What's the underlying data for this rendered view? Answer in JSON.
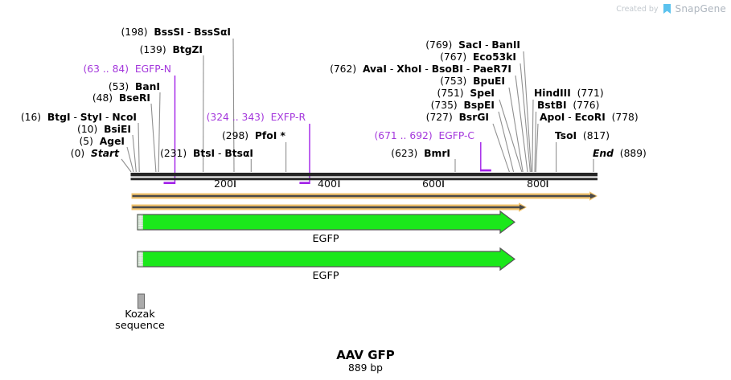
{
  "watermark": {
    "created_by": "Created by",
    "brand": "SnapGene"
  },
  "map": {
    "title": "AAV GFP",
    "length": "889 bp",
    "ruler_labels": [
      "200",
      "400",
      "600",
      "800"
    ],
    "feature_labels": {
      "egfp_1": "EGFP",
      "egfp_2": "EGFP",
      "kozak": "Kozak sequence"
    },
    "labels": [
      {
        "id": "bsssi",
        "parts": [
          {
            "t": "(198)  "
          },
          {
            "t": "BssSI",
            "b": true
          },
          {
            "t": " - "
          },
          {
            "t": "BssSαI",
            "b": true
          }
        ]
      },
      {
        "id": "btgzi",
        "parts": [
          {
            "t": "(139)  "
          },
          {
            "t": "BtgZI",
            "b": true
          }
        ]
      },
      {
        "id": "egfp-n",
        "parts": [
          {
            "t": "(63 .. 84)  EGFP-N"
          }
        ]
      },
      {
        "id": "bani",
        "parts": [
          {
            "t": "(53)  "
          },
          {
            "t": "BanI",
            "b": true
          }
        ]
      },
      {
        "id": "bseri",
        "parts": [
          {
            "t": "(48)  "
          },
          {
            "t": "BseRI",
            "b": true
          }
        ]
      },
      {
        "id": "btgi",
        "parts": [
          {
            "t": "(16)  "
          },
          {
            "t": "BtgI",
            "b": true
          },
          {
            "t": " - "
          },
          {
            "t": "StyI",
            "b": true
          },
          {
            "t": " - "
          },
          {
            "t": "NcoI",
            "b": true
          }
        ]
      },
      {
        "id": "bsiei",
        "parts": [
          {
            "t": "(10)  "
          },
          {
            "t": "BsiEI",
            "b": true
          }
        ]
      },
      {
        "id": "agei",
        "parts": [
          {
            "t": "(5)  "
          },
          {
            "t": "AgeI",
            "b": true
          }
        ]
      },
      {
        "id": "start",
        "parts": [
          {
            "t": "(0)  "
          },
          {
            "t": "Start",
            "b": true,
            "i": true
          }
        ]
      },
      {
        "id": "btsi",
        "parts": [
          {
            "t": "(231)  "
          },
          {
            "t": "BtsI",
            "b": true
          },
          {
            "t": " - "
          },
          {
            "t": "BtsαI",
            "b": true
          }
        ]
      },
      {
        "id": "pfoi",
        "parts": [
          {
            "t": "(298)  "
          },
          {
            "t": "PfoI *",
            "b": true
          }
        ]
      },
      {
        "id": "exfp-r",
        "parts": [
          {
            "t": "(324 .. 343)  EXFP-R"
          }
        ]
      },
      {
        "id": "bmri",
        "parts": [
          {
            "t": "(623)  "
          },
          {
            "t": "BmrI",
            "b": true
          }
        ]
      },
      {
        "id": "egfp-c",
        "parts": [
          {
            "t": "(671 .. 692)  EGFP-C"
          }
        ]
      },
      {
        "id": "bsrgi",
        "parts": [
          {
            "t": "(727)  "
          },
          {
            "t": "BsrGI",
            "b": true
          }
        ]
      },
      {
        "id": "bspei",
        "parts": [
          {
            "t": "(735)  "
          },
          {
            "t": "BspEI",
            "b": true
          }
        ]
      },
      {
        "id": "spei",
        "parts": [
          {
            "t": "(751)  "
          },
          {
            "t": "SpeI",
            "b": true
          }
        ]
      },
      {
        "id": "bpuei",
        "parts": [
          {
            "t": "(753)  "
          },
          {
            "t": "BpuEI",
            "b": true
          }
        ]
      },
      {
        "id": "avai",
        "parts": [
          {
            "t": "(762)  "
          },
          {
            "t": "AvaI",
            "b": true
          },
          {
            "t": " - "
          },
          {
            "t": "XhoI",
            "b": true
          },
          {
            "t": " - "
          },
          {
            "t": "BsoBI",
            "b": true
          },
          {
            "t": " - "
          },
          {
            "t": "PaeR7I",
            "b": true
          }
        ]
      },
      {
        "id": "eco53ki",
        "parts": [
          {
            "t": "(767)  "
          },
          {
            "t": "Eco53kI",
            "b": true
          }
        ]
      },
      {
        "id": "saci",
        "parts": [
          {
            "t": "(769)  "
          },
          {
            "t": "SacI",
            "b": true
          },
          {
            "t": " - "
          },
          {
            "t": "BanII",
            "b": true
          }
        ]
      },
      {
        "id": "hindiii",
        "parts": [
          {
            "t": "HindIII",
            "b": true
          },
          {
            "t": "  (771)"
          }
        ]
      },
      {
        "id": "bstbi",
        "parts": [
          {
            "t": "BstBI",
            "b": true
          },
          {
            "t": "  (776)"
          }
        ]
      },
      {
        "id": "apoi",
        "parts": [
          {
            "t": "ApoI",
            "b": true
          },
          {
            "t": " - "
          },
          {
            "t": "EcoRI",
            "b": true
          },
          {
            "t": "  (778)"
          }
        ]
      },
      {
        "id": "tsoi",
        "parts": [
          {
            "t": "TsoI",
            "b": true
          },
          {
            "t": "  (817)"
          }
        ]
      },
      {
        "id": "end",
        "parts": [
          {
            "t": "End",
            "b": true,
            "i": true
          },
          {
            "t": "  (889)"
          }
        ]
      }
    ],
    "colors": {
      "primer_purple": "#A11FE8",
      "primer_text_purple": "#A438DC",
      "feature_green": "#1BE81B",
      "construct_orange": "#F2C36C",
      "kozak_gray": "#ABABAB"
    }
  }
}
